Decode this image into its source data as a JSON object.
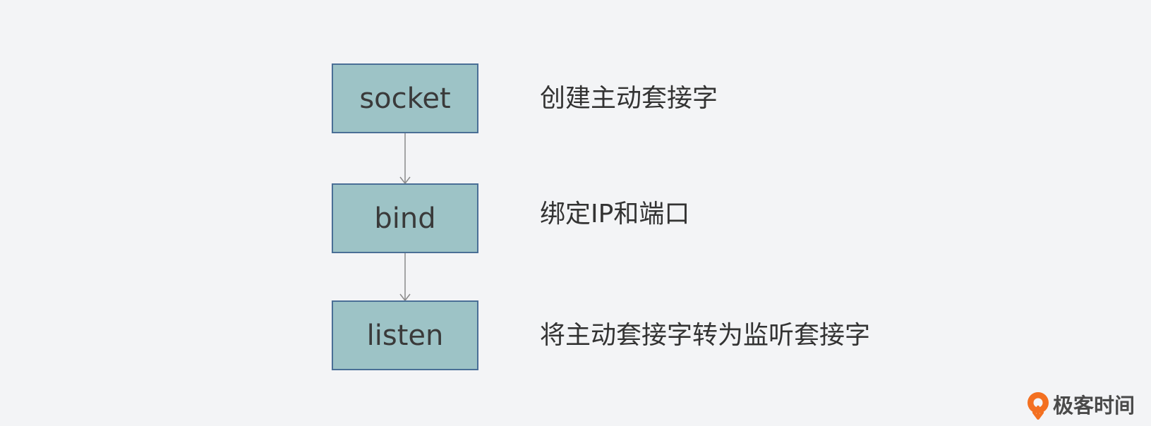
{
  "steps": [
    {
      "label": "socket",
      "description": "创建主动套接字"
    },
    {
      "label": "bind",
      "description": "绑定IP和端口"
    },
    {
      "label": "listen",
      "description": "将主动套接字转为监听套接字"
    }
  ],
  "brand": {
    "name": "极客时间",
    "logo_icon": "geektime-logo-icon"
  },
  "colors": {
    "background": "#f3f4f6",
    "box_fill": "#9dc3c6",
    "box_border": "#4a6f96",
    "connector": "#8a8a8a",
    "brand_accent": "#f37021"
  }
}
